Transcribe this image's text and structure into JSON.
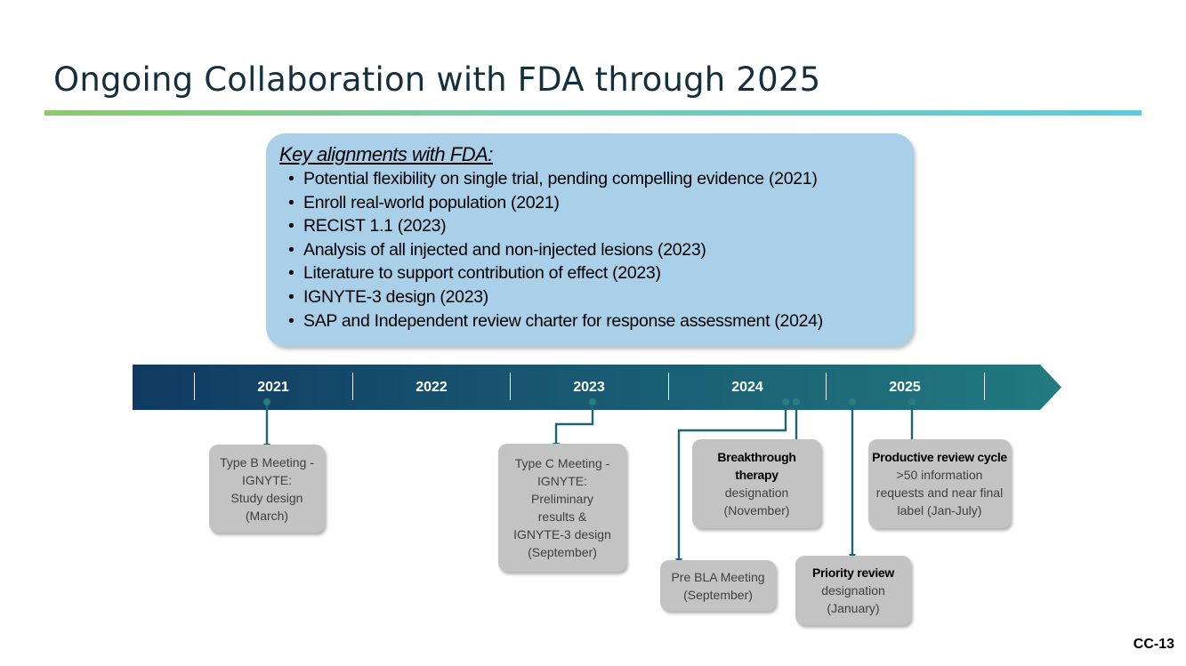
{
  "title": "Ongoing Collaboration with FDA through 2025",
  "callout": {
    "heading": "Key alignments with FDA:",
    "items": [
      "Potential flexibility on single trial, pending compelling evidence (2021)",
      "Enroll real-world population (2021)",
      "RECIST 1.1 (2023)",
      "Analysis of all injected and non-injected lesions (2023)",
      "Literature to support contribution of effect (2023)",
      "IGNYTE-3 design (2023)",
      "SAP and Independent review charter for response assessment (2024)"
    ]
  },
  "timeline": {
    "years": [
      "2021",
      "2022",
      "2023",
      "2024",
      "2025"
    ]
  },
  "events": {
    "type_b": {
      "lines": [
        "Type B Meeting -",
        "IGNYTE:",
        "Study design",
        "(March)"
      ]
    },
    "type_c": {
      "lines": [
        "Type C Meeting -",
        "IGNYTE:",
        "Preliminary",
        "results &",
        "IGNYTE-3 design",
        "(September)"
      ]
    },
    "pre_bla": {
      "lines": [
        "Pre BLA Meeting",
        "(September)"
      ]
    },
    "breakthrough": {
      "bold": [
        "Breakthrough",
        "therapy"
      ],
      "lines": [
        "designation",
        "(November)"
      ]
    },
    "priority": {
      "bold": [
        "Priority review"
      ],
      "lines": [
        "designation",
        "(January)"
      ]
    },
    "productive": {
      "bold": [
        "Productive review cycle"
      ],
      "lines": [
        ">50 information",
        "requests and  near final",
        "label (Jan-July)"
      ]
    }
  },
  "colors": {
    "title": "#14303f",
    "callout_bg": "#a9d0e8",
    "arrow_dark": "#103a63",
    "arrow_teal": "#1f6f7a",
    "connector": "#1e6472",
    "box_bg": "#c3c3c3"
  },
  "page_label": "CC-13"
}
